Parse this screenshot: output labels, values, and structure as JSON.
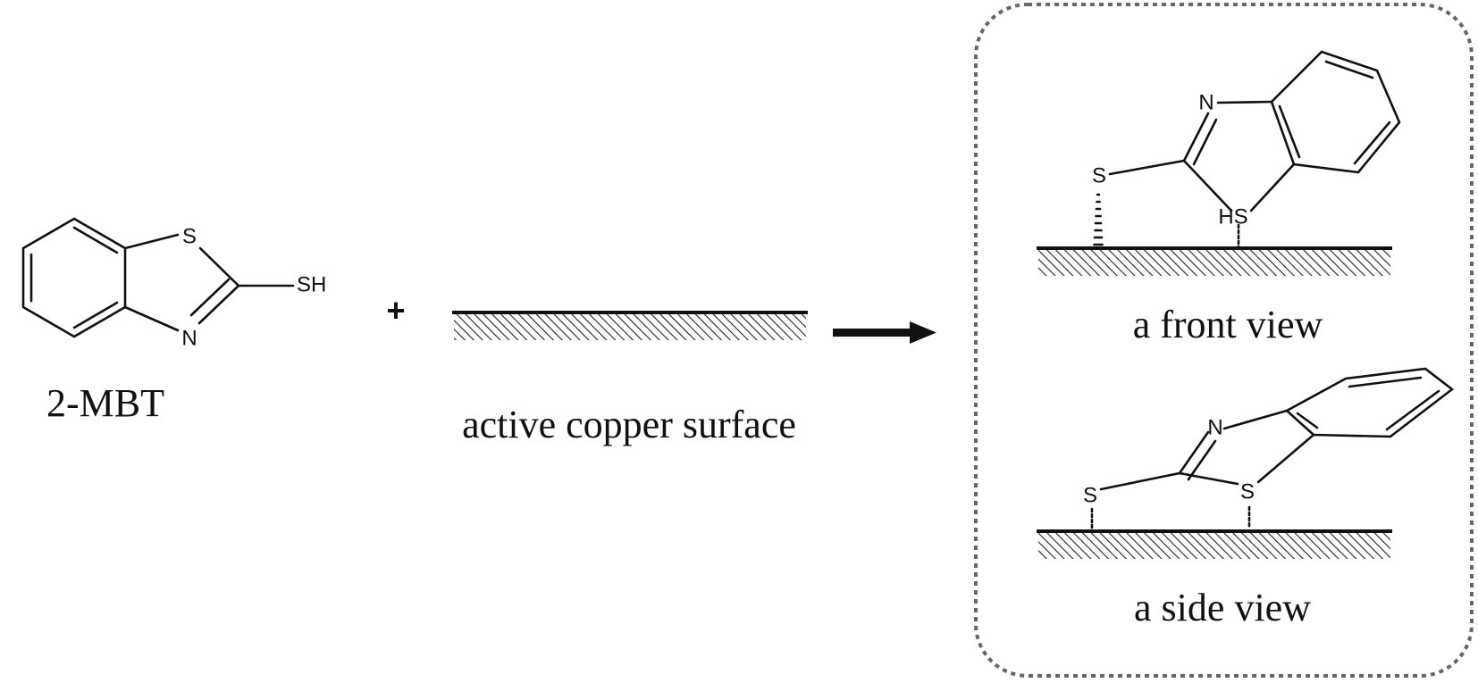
{
  "reactant": {
    "name": "2-MBT",
    "atoms": {
      "sulfur": "S",
      "nitrogen": "N",
      "thiol": "SH"
    }
  },
  "plus": "+",
  "surface": {
    "label": "active copper surface"
  },
  "product_box": {
    "front": {
      "caption": "a front view",
      "atoms": {
        "thiol_s": "S",
        "nitrogen": "N",
        "ring_s": "HS"
      }
    },
    "side": {
      "caption": "a side view",
      "atoms": {
        "thiol_s": "S",
        "nitrogen": "N",
        "ring_s": "S"
      }
    }
  },
  "colors": {
    "ink": "#111111",
    "box_border": "#666666",
    "background": "#ffffff"
  }
}
